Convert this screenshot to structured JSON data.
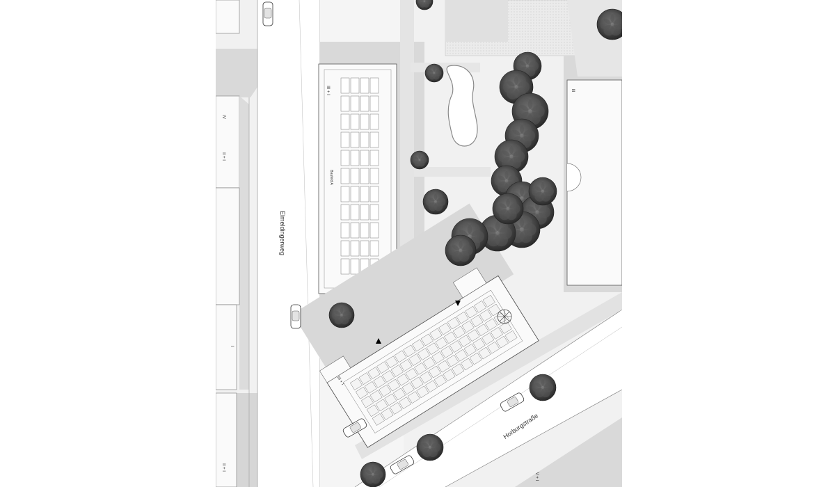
{
  "plan": {
    "streets": {
      "west": "Elmeldingerweg",
      "south": "Horburgstraße"
    },
    "building_labels": {
      "block_north": "Baufeld A",
      "storeys_block_north": "III + I",
      "storeys_block_south": "III + I",
      "storeys_east": "III",
      "storeys_west_1": "IV",
      "storeys_west_2": "II + I",
      "storeys_west_3": "I",
      "storeys_west_4": "II + I",
      "storeys_southeast": "V + I"
    },
    "colors": {
      "background": "#f1f1f1",
      "street": "#ffffff",
      "shadow": "#d9d9d9",
      "building": "#fafafa",
      "outline": "#555555",
      "tree": "#3a3a3a"
    },
    "icons": [
      "entrance-arrow-icon",
      "tree-icon",
      "car-icon",
      "parasol-icon"
    ]
  }
}
